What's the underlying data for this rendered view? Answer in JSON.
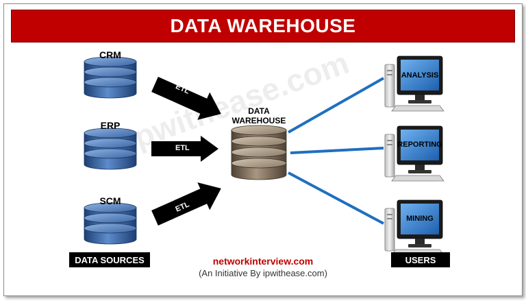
{
  "title": "DATA WAREHOUSE",
  "watermark": "ipwithease.com",
  "sources": [
    "CRM",
    "ERP",
    "SCM"
  ],
  "sources_label": "DATA SOURCES",
  "etl_label": "ETL",
  "warehouse_line1": "DATA",
  "warehouse_line2": "WAREHOUSE",
  "users": [
    "ANALYSIS",
    "REPORTING",
    "MINING"
  ],
  "users_label": "USERS",
  "footer": {
    "site": "networkinterview.com",
    "tagline": "(An Initiative By ipwithease.com)"
  },
  "colors": {
    "banner": "#c00000",
    "source_db": "#3d6aa6",
    "warehouse_db": "#8c7b68",
    "connector": "#1f6fbf",
    "screen": "#2e74c8"
  }
}
